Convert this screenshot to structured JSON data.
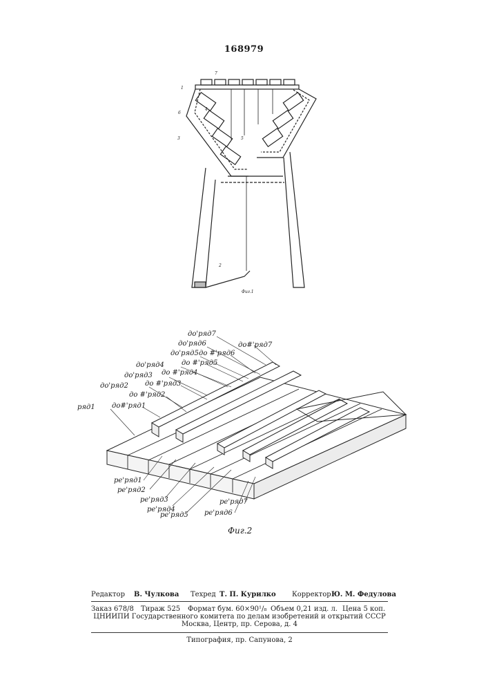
{
  "patent_number": "168979",
  "figure1": {
    "caption": "Фиг.1",
    "part_numbers": [
      "1",
      "7",
      "6",
      "3",
      "4",
      "5",
      "2"
    ]
  },
  "figure2": {
    "caption": "Фиг.2",
    "upper_labels": [
      "до'ряд7",
      "до#'ряд7",
      "до'ряд6",
      "до #'ряд6",
      "до'ряд5",
      "до #'ряд5",
      "до'ряд4",
      "до #'ряд4",
      "до'ряд3",
      "до #'ряд3",
      "до'ряд2",
      "до #'ряд2",
      "ряд1",
      "до#'ряд1"
    ],
    "lower_labels": [
      "ре'ряд1",
      "ре'ряд2",
      "ре'ряд3",
      "ре'ряд4",
      "ре'ряд5",
      "ре'ряд6",
      "ре'ряд7"
    ]
  },
  "credits": {
    "editor_label": "Редактор",
    "editor_name": "В. Чулкова",
    "techred_label": "Техред",
    "techred_name": "Т. П. Курилко",
    "corrector_label": "Корректор",
    "corrector_name": "Ю. М. Федулова"
  },
  "imprint": {
    "order": "Заказ 678/8",
    "print_run": "Тираж 525",
    "format": "Формат бум. 60×90¹/₈",
    "volume": "Объем 0,21 изд. л.",
    "price": "Цена 5 коп.",
    "institute": "ЦНИИПИ Государственного комитета по делам изобретений и открытий СССР",
    "address": "Москва, Центр, пр. Серова, д. 4"
  },
  "printer": "Типография, пр. Сапунова, 2"
}
